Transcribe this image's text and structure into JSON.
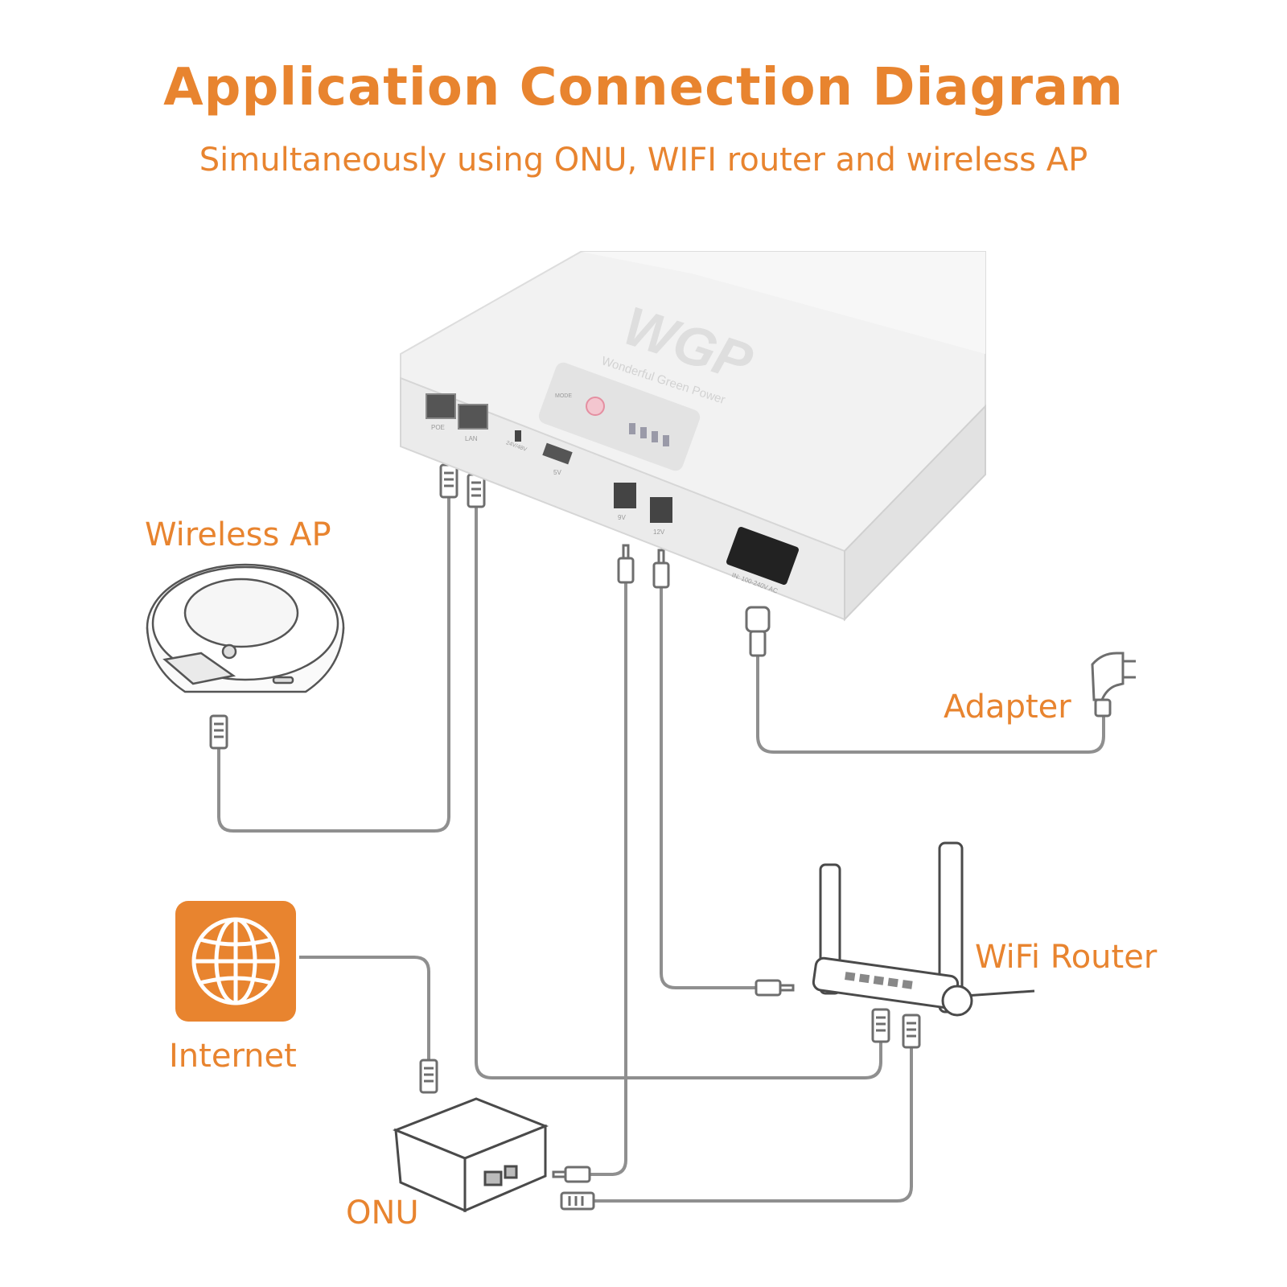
{
  "header": {
    "title": "Application Connection Diagram",
    "subtitle": "Simultaneously using ONU, WIFI router and wireless AP"
  },
  "labels": {
    "wireless_ap": "Wireless AP",
    "adapter": "Adapter",
    "wifi_router": "WiFi Router",
    "internet": "Internet",
    "onu": "ONU"
  },
  "device": {
    "brand_logo": "WGP",
    "brand_tagline": "Wonderful Green Power",
    "port_poe": "POE",
    "port_lan": "LAN",
    "switch_label": "24V/48V",
    "usb_label": "5V",
    "dc_9v": "9V",
    "dc_12v": "12V",
    "ac_input": "IN: 100-240V AC",
    "mode_button": "MODE"
  },
  "colors": {
    "accent": "#E8842F",
    "cable": "#8a8a8a",
    "device_body": "#f1f1f1",
    "text_dark": "#333333"
  },
  "icons": {
    "internet": "globe-icon",
    "adapter": "power-plug-icon"
  }
}
